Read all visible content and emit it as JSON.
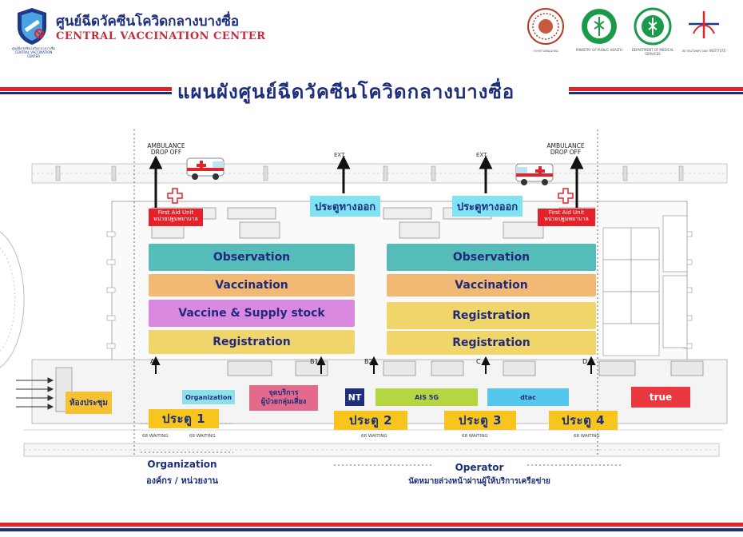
{
  "header": {
    "center_name_th": "ศูนย์ฉีดวัคซีนโควิดกลางบางซื่อ",
    "center_name_en": "CENTRAL VACCINATION CENTER",
    "logo_caption": "ศูนย์ฉีดวัคซีนโควิดกลางบางซื่อ CENTRAL VACCINATION CENTER"
  },
  "title": "แผนผังศูนย์ฉีดวัคซีนโควิดกลางบางซื่อ",
  "partners": [
    {
      "caption": "กระทรวงคมนาคม"
    },
    {
      "caption": "MINISTRY OF PUBLIC HEALTH"
    },
    {
      "caption": "DEPARTMENT OF MEDICAL SERVICES"
    },
    {
      "caption": "สถาบันโรคทรวงอก INSTITUTE"
    }
  ],
  "plan": {
    "ambulance_left": "AMBULANCE\nDROP OFF",
    "ambulance_right": "AMBULANCE\nDROP OFF",
    "ext_left": "EXT.",
    "ext_right": "EXT.",
    "exit_left": "ประตูทางออก",
    "exit_right": "ประตูทางออก",
    "first_aid_left": {
      "en": "First Aid Unit",
      "th": "หน่วยปฐมพยาบาล"
    },
    "first_aid_right": {
      "en": "First Aid Unit",
      "th": "หน่วยปฐมพยาบาล"
    },
    "zones_left": {
      "observation": "Observation",
      "vaccination": "Vaccination",
      "stock": "Vaccine & Supply stock",
      "registration": "Registration"
    },
    "zones_right": {
      "observation": "Observation",
      "vaccination": "Vaccination",
      "registration_1": "Registration",
      "registration_2": "Registration"
    },
    "doors": {
      "a": "A",
      "b1": "B1",
      "b2": "B2",
      "c": "C",
      "d": "D"
    },
    "meeting_room": "ห้องประชุม",
    "organization_booth": "Organization",
    "risk_group_point": "จุดบริการ\nผู้ป่วยกลุ่มเสี่ยง",
    "operators": {
      "nt": "NT",
      "ais": "AIS 5G",
      "dtac": "dtac",
      "true": "true"
    },
    "gates": [
      "ประตู 1",
      "ประตู 2",
      "ประตู 3",
      "ประตู 4"
    ],
    "waiting": "68 WAITING",
    "organization_title": "Organization",
    "organization_sub": "องค์กร / หน่วยงาน",
    "operator_title": "Operator",
    "operator_sub": "นัดหมายล่วงหน้าผ่านผู้ให้บริการเครือข่าย"
  },
  "colors": {
    "navy": "#1d2f7a",
    "red": "#e1242c",
    "observation": "#2dadaa",
    "vaccination": "#f0a952",
    "stock": "#ce5dd6",
    "registration": "#eecd46",
    "gate": "#f7c51e",
    "exit": "#7fe3f3"
  }
}
